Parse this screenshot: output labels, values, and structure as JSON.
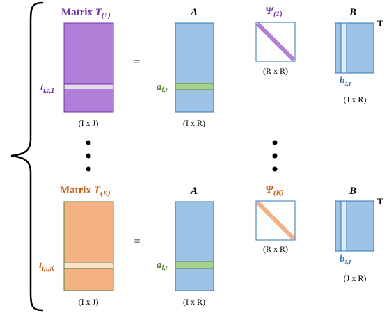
{
  "colors": {
    "purple": "#7030a0",
    "purple_fill": "#b07fd8",
    "orange": "#c55a11",
    "orange_fill": "#f4b183",
    "blue_fill": "#9dc3e6",
    "blue_stroke": "#2e75b6",
    "green_fill": "#a9d18e",
    "green_text": "#548235",
    "blue_text": "#2e75b6",
    "purple_diag": "#b07fd8",
    "orange_diag": "#f4b183"
  },
  "top": {
    "matrix_prefix": "Matrix ",
    "matrix_sym": "T",
    "matrix_sub": "(1)",
    "row_sym": "t",
    "row_sub": "i,:,1",
    "dim_T": "(I x J)",
    "equals": "=",
    "A_label": "A",
    "a_sym": "a",
    "a_sub": "i,:",
    "dim_A": "(I x R)",
    "psi_sym": "Ψ",
    "psi_sub": "(1)",
    "dim_psi": "(R x R)",
    "B_label": "B",
    "B_sup": "T",
    "b_sym": "b",
    "b_sub": ":,r",
    "dim_B": "(J x R)"
  },
  "bottom": {
    "matrix_prefix": "Matrix ",
    "matrix_sym": "T",
    "matrix_sub": "(K)",
    "row_sym": "t",
    "row_sub": "i,:,K",
    "dim_T": "(I x J)",
    "equals": "=",
    "A_label": "A",
    "a_sym": "a",
    "a_sub": "i,:",
    "dim_A": "(I x R)",
    "psi_sym": "Ψ",
    "psi_sub": "(K)",
    "dim_psi": "(R x R)",
    "B_label": "B",
    "B_sup": "T",
    "b_sym": "b",
    "b_sub": ":,r",
    "dim_B": "(J x R)"
  }
}
